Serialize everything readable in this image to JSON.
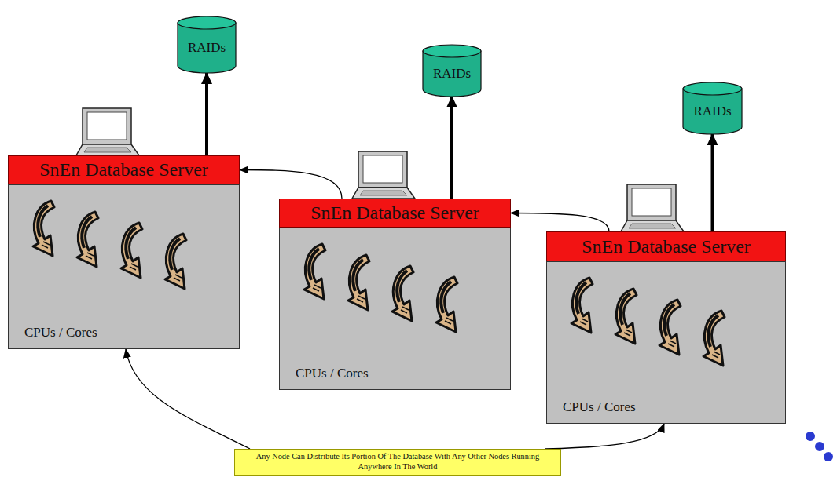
{
  "diagram": {
    "nodes": [
      {
        "text": [
          "RAIDs"
        ]
      },
      {
        "text": [
          "SnEn Database Server"
        ]
      },
      {
        "text": [
          "CPUs / Cores"
        ]
      },
      {
        "text": [
          "RAIDs"
        ]
      },
      {
        "text": [
          "SnEn Database Server"
        ]
      },
      {
        "text": [
          "CPUs / Cores"
        ]
      },
      {
        "text": [
          "RAIDs"
        ]
      },
      {
        "text": [
          "SnEn Database Server"
        ]
      },
      {
        "text": [
          "CPUs / Cores"
        ]
      },
      {
        "text": [
          "Any Node Can Distribute Its Portion Of The Database With Any Other Nodes Running Anywhere In The World"
        ]
      }
    ],
    "edges": [
      {
        "from": 1,
        "to": 0,
        "arrow": "to"
      },
      {
        "from": 4,
        "to": 3,
        "arrow": "to"
      },
      {
        "from": 7,
        "to": 6,
        "arrow": "to"
      },
      {
        "from": 4,
        "to": 1,
        "arrow": "to"
      },
      {
        "from": 7,
        "to": 4,
        "arrow": "to"
      },
      {
        "from": 9,
        "to": 2,
        "arrow": "to"
      },
      {
        "from": 9,
        "to": 8,
        "arrow": "to"
      }
    ]
  }
}
